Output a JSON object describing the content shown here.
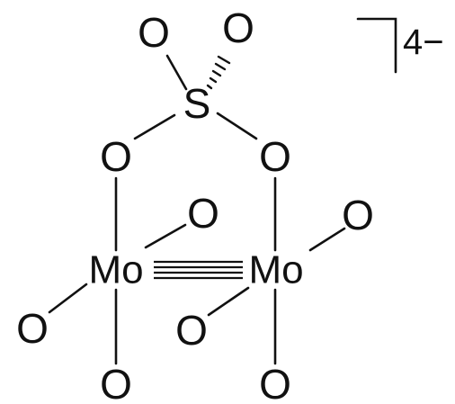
{
  "atoms": {
    "o_top_left": "O",
    "o_top_right": "O",
    "sulfur": "S",
    "o_bridge_left": "O",
    "o_bridge_right": "O",
    "o_mo1_upper": "O",
    "o_mo2_upper": "O",
    "mo_left": "Mo",
    "mo_right": "Mo",
    "o_mo1_left": "O",
    "o_mo2_lower_left": "O",
    "o_mo1_bottom": "O",
    "o_mo2_bottom": "O"
  },
  "charge": "4−",
  "metal_metal_bond_lines": 4,
  "colors": {
    "ink": "#111111",
    "background": "#ffffff"
  }
}
